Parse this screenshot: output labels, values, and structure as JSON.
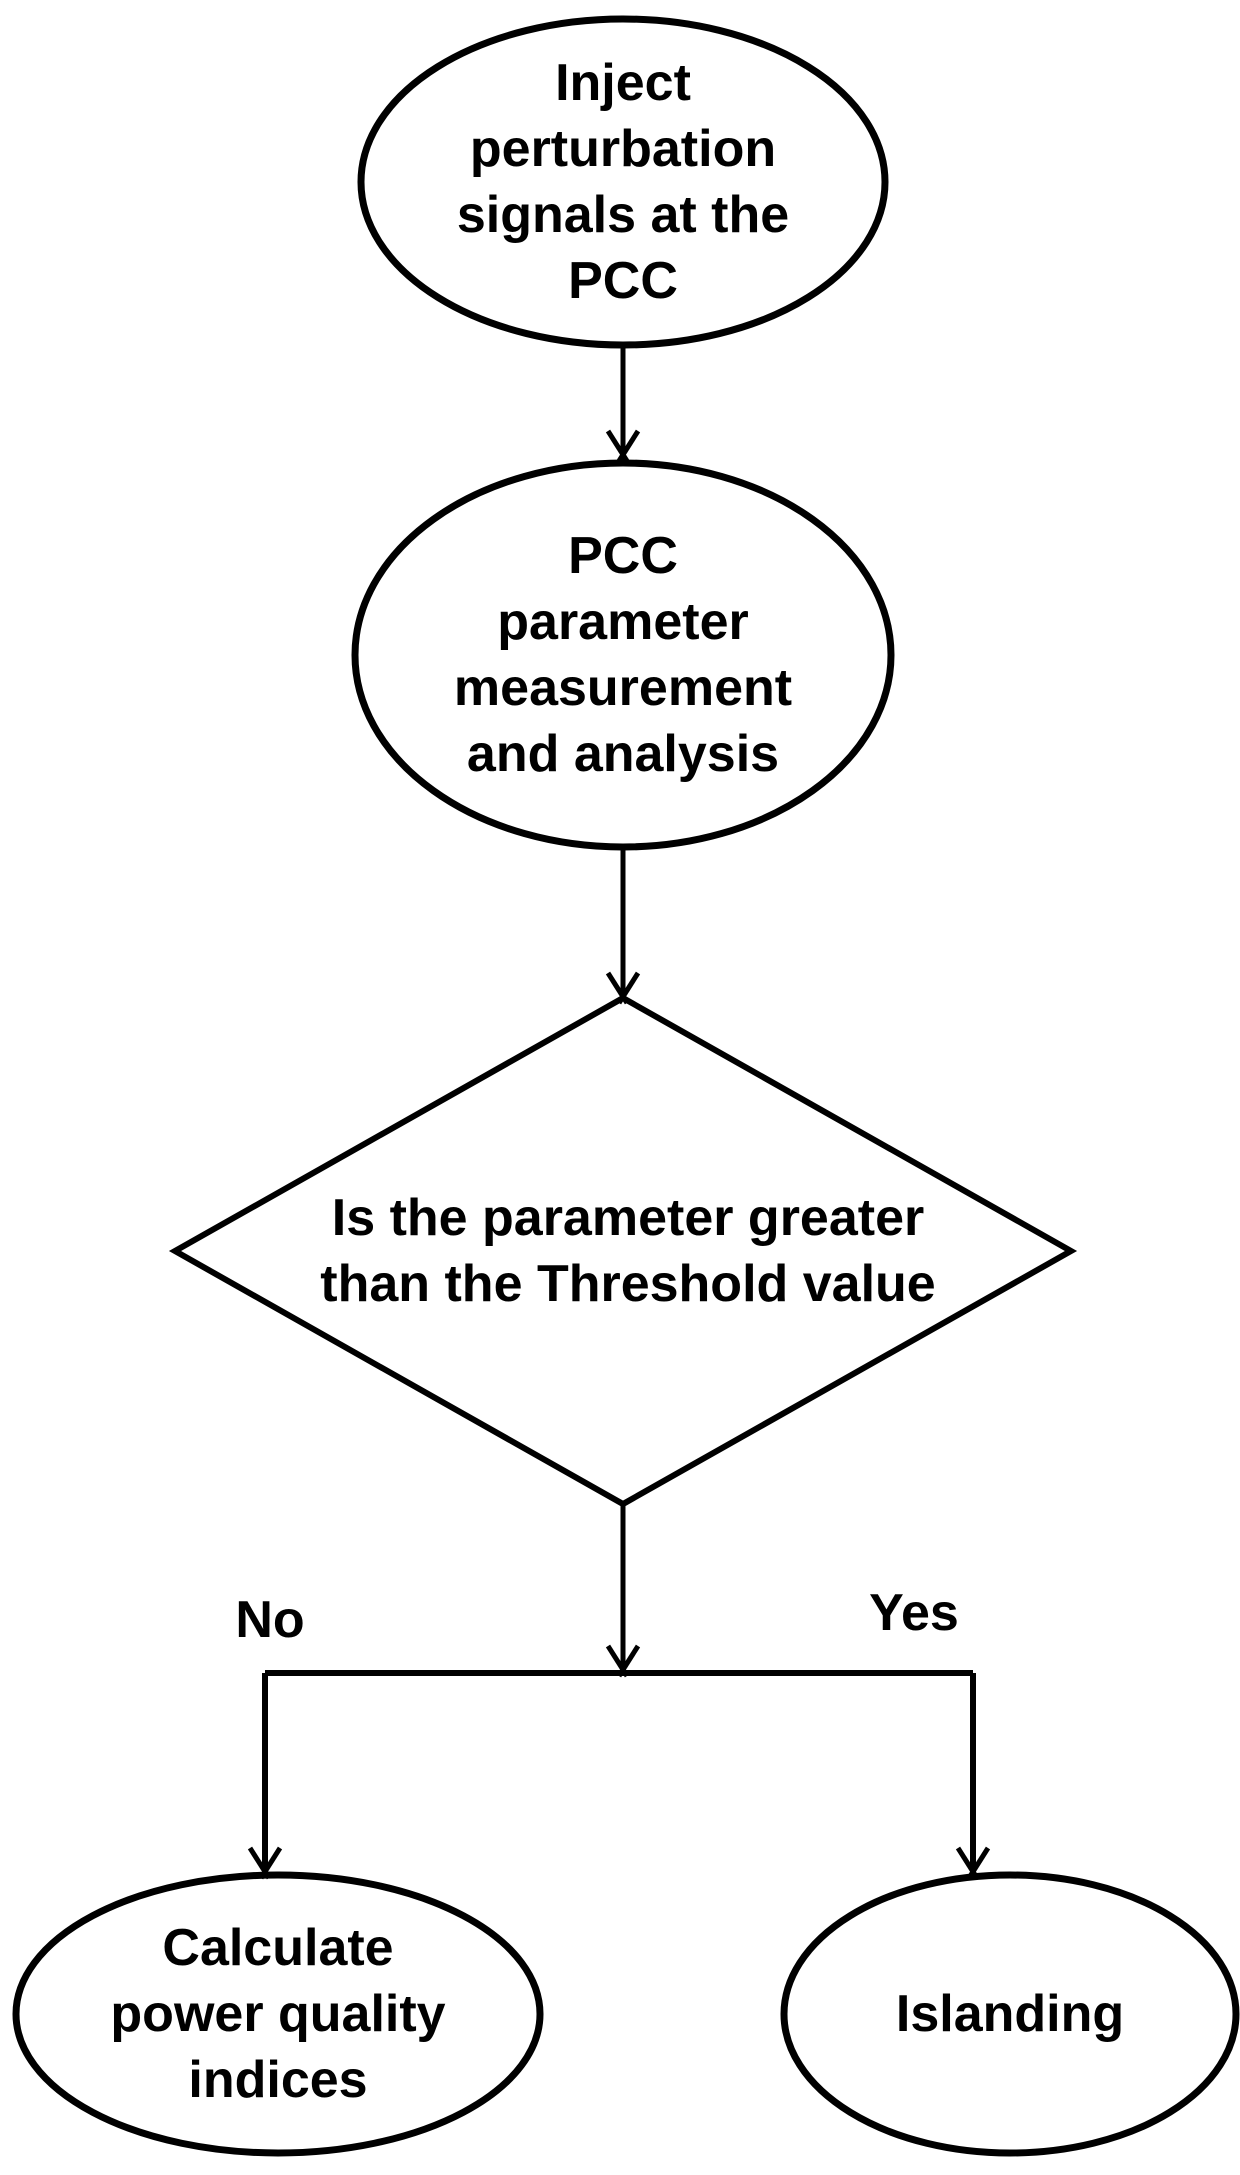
{
  "figure": {
    "kind": "flowchart",
    "background": "#ffffff",
    "stroke_color": "#000000",
    "text_color": "#000000"
  },
  "nodes": {
    "inject": {
      "type": "ellipse",
      "lines": [
        "Inject",
        "perturbation",
        "signals at the",
        "PCC"
      ]
    },
    "measure": {
      "type": "ellipse",
      "lines": [
        "PCC",
        "parameter",
        "measurement",
        "and analysis"
      ]
    },
    "decision": {
      "type": "diamond",
      "lines": [
        "Is the parameter greater",
        "than the Threshold value"
      ]
    },
    "quality": {
      "type": "ellipse",
      "lines": [
        "Calculate",
        "power quality",
        "indices"
      ]
    },
    "islanding": {
      "type": "ellipse",
      "lines": [
        "Islanding"
      ]
    }
  },
  "edges": [
    {
      "from": "inject",
      "to": "measure",
      "label": ""
    },
    {
      "from": "measure",
      "to": "decision",
      "label": ""
    },
    {
      "from": "decision",
      "to": "quality",
      "label": "No"
    },
    {
      "from": "decision",
      "to": "islanding",
      "label": "Yes"
    }
  ]
}
